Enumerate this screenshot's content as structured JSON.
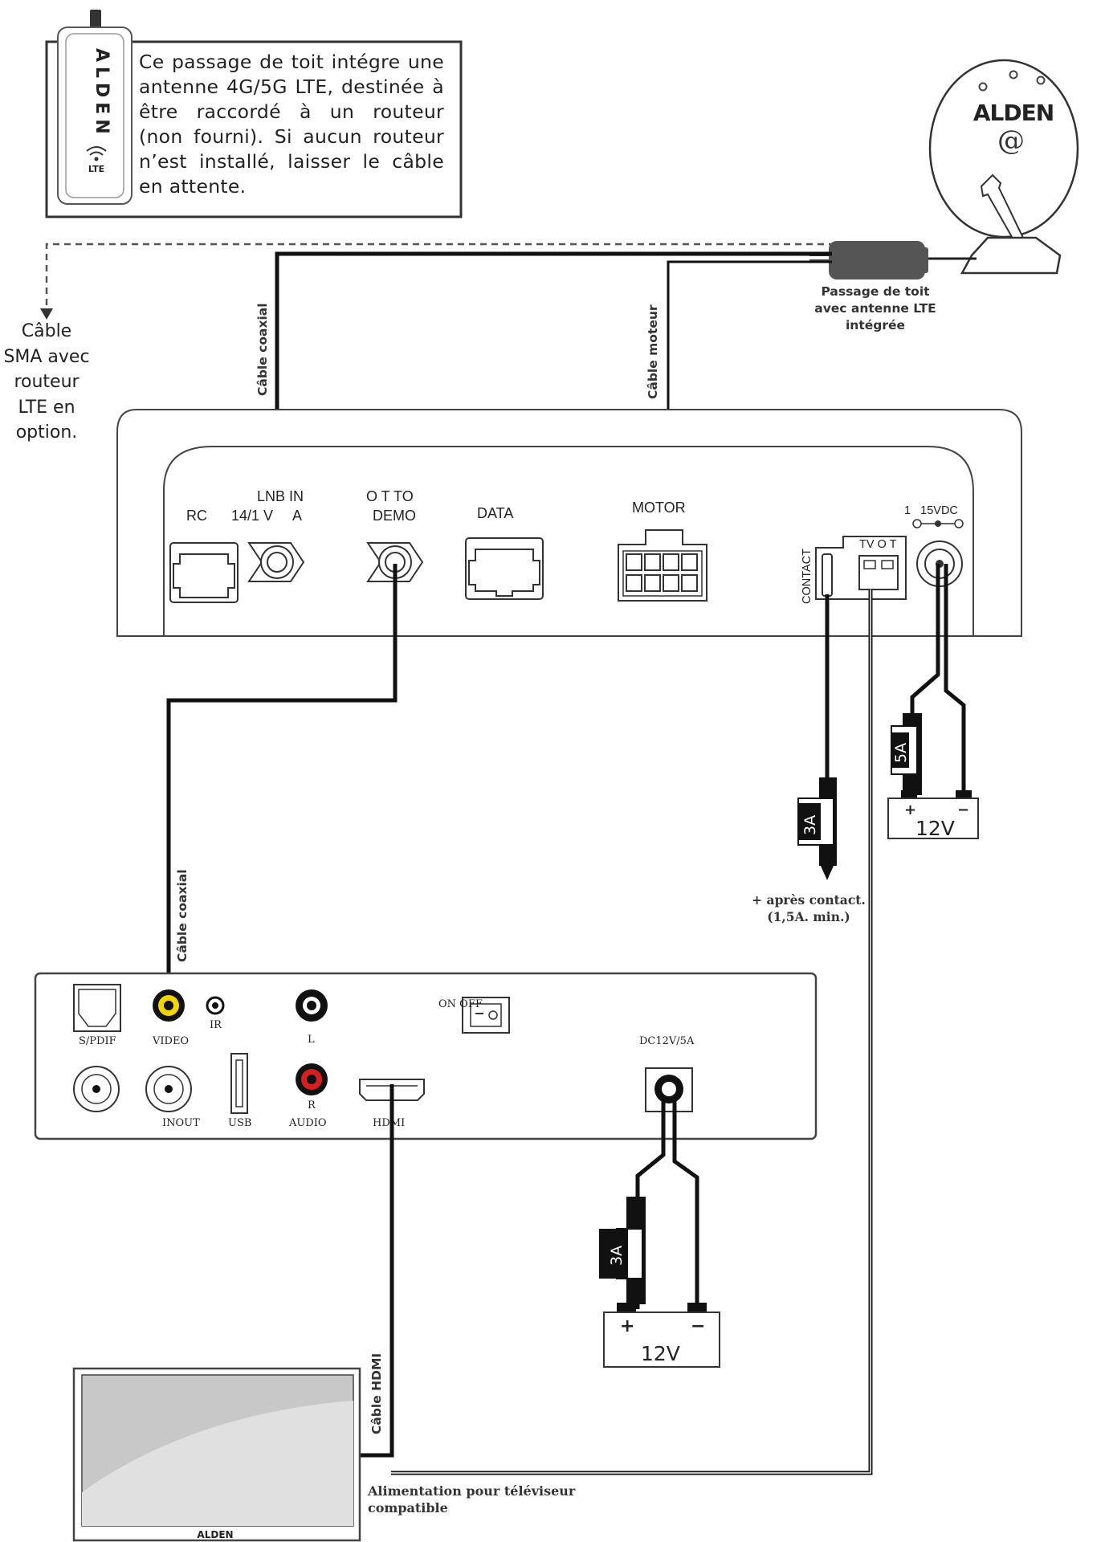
{
  "info_box": {
    "text": "Ce passage de toit intégre une antenne 4G/5G LTE, destinée à être raccordé à un routeur (non fourni). Si aucun routeur n’est installé, laisser le câble en attente.",
    "dongle_brand": "ALDEN",
    "dongle_badge": "LTE"
  },
  "dish": {
    "brand": "ALDEN",
    "symbol": "@"
  },
  "labels": {
    "cable_sma": "Câble SMA avec routeur LTE en option.",
    "passage_toit": "Passage de toit avec antenne LTE intégrée",
    "cable_coaxial_top": "Câble coaxial",
    "cable_moteur": "Câble moteur",
    "cable_coaxial_bottom": "Câble coaxial",
    "cable_hdmi": "Câble HDMI",
    "apres_contact": "+ après contact. (1,5A. min.)",
    "alimentation": "Alimentation pour téléviseur compatible"
  },
  "controller": {
    "rc": "RC",
    "lnb_line1": "LNB IN",
    "lnb_line2": "14/1 V     A",
    "otto_line1": "O T TO",
    "otto_line2": "DEMO",
    "data": "DATA",
    "motor": "MOTOR",
    "contact": "CONTACT",
    "tvot": "TV O T",
    "power": "1   15VDC"
  },
  "fuses": {
    "fuse_5a": "5A",
    "fuse_3a_contact": "3A",
    "fuse_3a_receiver": "3A"
  },
  "batteries": {
    "battery_top": "12V",
    "battery_bottom": "12V",
    "plus": "+",
    "minus": "−"
  },
  "receiver": {
    "spdif": "S/PDIF",
    "video": "VIDEO",
    "ir": "IR",
    "l": "L",
    "on_off": "ON OFF",
    "dc": "DC12V/5A",
    "inout": "INOUT",
    "usb": "USB",
    "r": "R",
    "audio": "AUDIO",
    "hdmi": "HDMI"
  },
  "tv": {
    "brand": "ALDEN"
  },
  "colors": {
    "video_jack": "#f2d400",
    "audio_r_jack": "#d42020",
    "cable": "#111111",
    "panel_stroke": "#444444",
    "tv_screen": "#c8c8c8"
  }
}
